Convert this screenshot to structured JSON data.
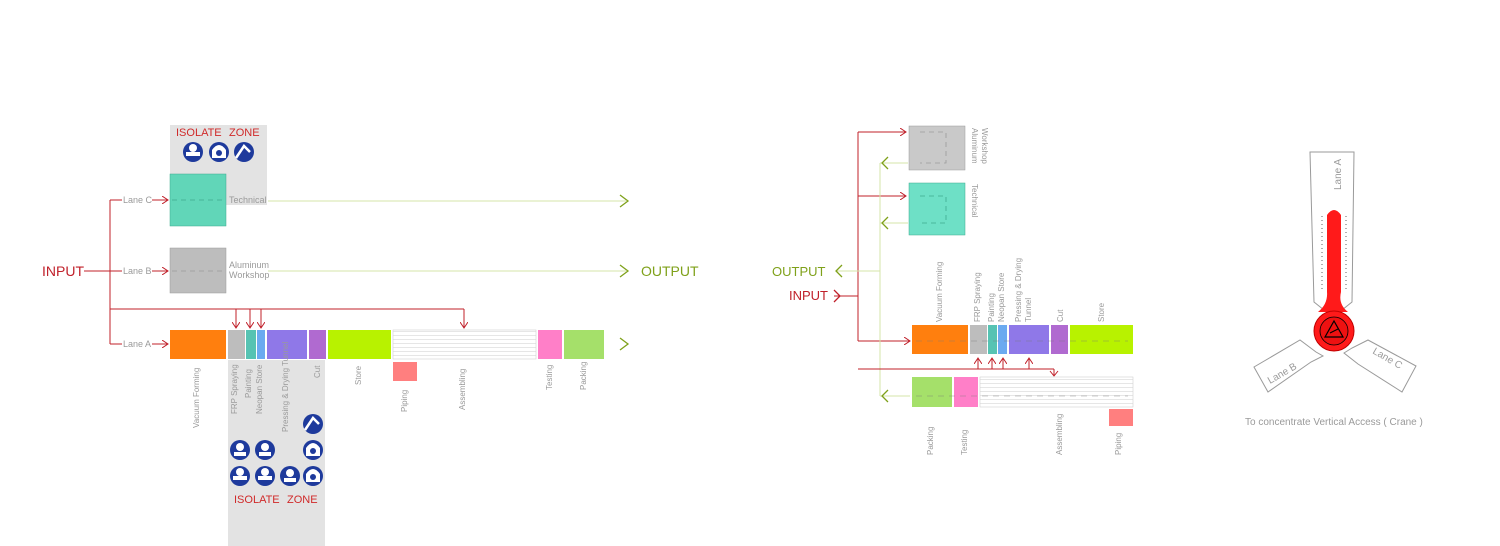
{
  "colors": {
    "input": "#c0202a",
    "output": "#7fa11a",
    "output_line": "#d5e4a8",
    "zone_gray": "#e3e3e3",
    "ppe_blue": "#1e3a9c",
    "crane_red": "#ff1a1a"
  },
  "left": {
    "input_label": "INPUT",
    "output_label": "OUTPUT",
    "zone_top_label": [
      "ISOLATE",
      "ZONE"
    ],
    "zone_bottom_label": [
      "ISOLATE",
      "ZONE"
    ],
    "lanes": [
      "Lane C",
      "Lane B",
      "Lane A"
    ],
    "lane_c_block": "Technical",
    "lane_b_block": [
      "Aluminum",
      "Workshop"
    ],
    "lane_a_blocks": [
      {
        "label": [
          "Vacuum  Forming"
        ],
        "color": "#ff7f0e"
      },
      {
        "label": [
          "FRP Spraying"
        ],
        "color": "#bdbdbd"
      },
      {
        "label": [
          "Painting"
        ],
        "color": "#56c3b3"
      },
      {
        "label": [
          "Neopan Store"
        ],
        "color": "#6baaf0"
      },
      {
        "label": [
          "Pressing  & Drying Tunnel"
        ],
        "color": "#8f78e8"
      },
      {
        "label": [
          "Cut"
        ],
        "color": "#b06ad0"
      },
      {
        "label": [
          "Store"
        ],
        "color": "#b8f200"
      },
      {
        "label": [
          "Assembling"
        ],
        "color": "#ffffff"
      },
      {
        "label": [
          "Testing"
        ],
        "color": "#ff7fc8"
      },
      {
        "label": [
          "Packing"
        ],
        "color": "#a5e06a"
      }
    ],
    "piping_label": "Piping"
  },
  "middle": {
    "output_label": "OUTPUT",
    "input_label": "INPUT",
    "aluminum_label": [
      "Aluminum",
      "Workshop"
    ],
    "technical_label": "Technical",
    "upper_row": [
      {
        "label": [
          "Vacuum  Forming"
        ],
        "color": "#ff7f0e"
      },
      {
        "label": [
          "FRP Spraying"
        ],
        "color": "#bdbdbd"
      },
      {
        "label": [
          "Painting"
        ],
        "color": "#56c3b3"
      },
      {
        "label": [
          "Neopan Store"
        ],
        "color": "#6baaf0"
      },
      {
        "label": [
          "Pressing  & Drying",
          "Tunnel"
        ],
        "color": "#8f78e8"
      },
      {
        "label": [
          "Cut"
        ],
        "color": "#b06ad0"
      },
      {
        "label": [
          "Store"
        ],
        "color": "#b8f200"
      }
    ],
    "lower_row": [
      {
        "label": [
          "Packing"
        ],
        "color": "#a5e06a"
      },
      {
        "label": [
          "Testing"
        ],
        "color": "#ff7fc8"
      },
      {
        "label": [
          "Assembling"
        ],
        "color": "#ffffff"
      }
    ],
    "piping_label": "Piping"
  },
  "right": {
    "lane_a": "Lane A",
    "lane_b": "Lane B",
    "lane_c": "Lane C",
    "caption": "To concentrate Vertical Access ( Crane )"
  }
}
